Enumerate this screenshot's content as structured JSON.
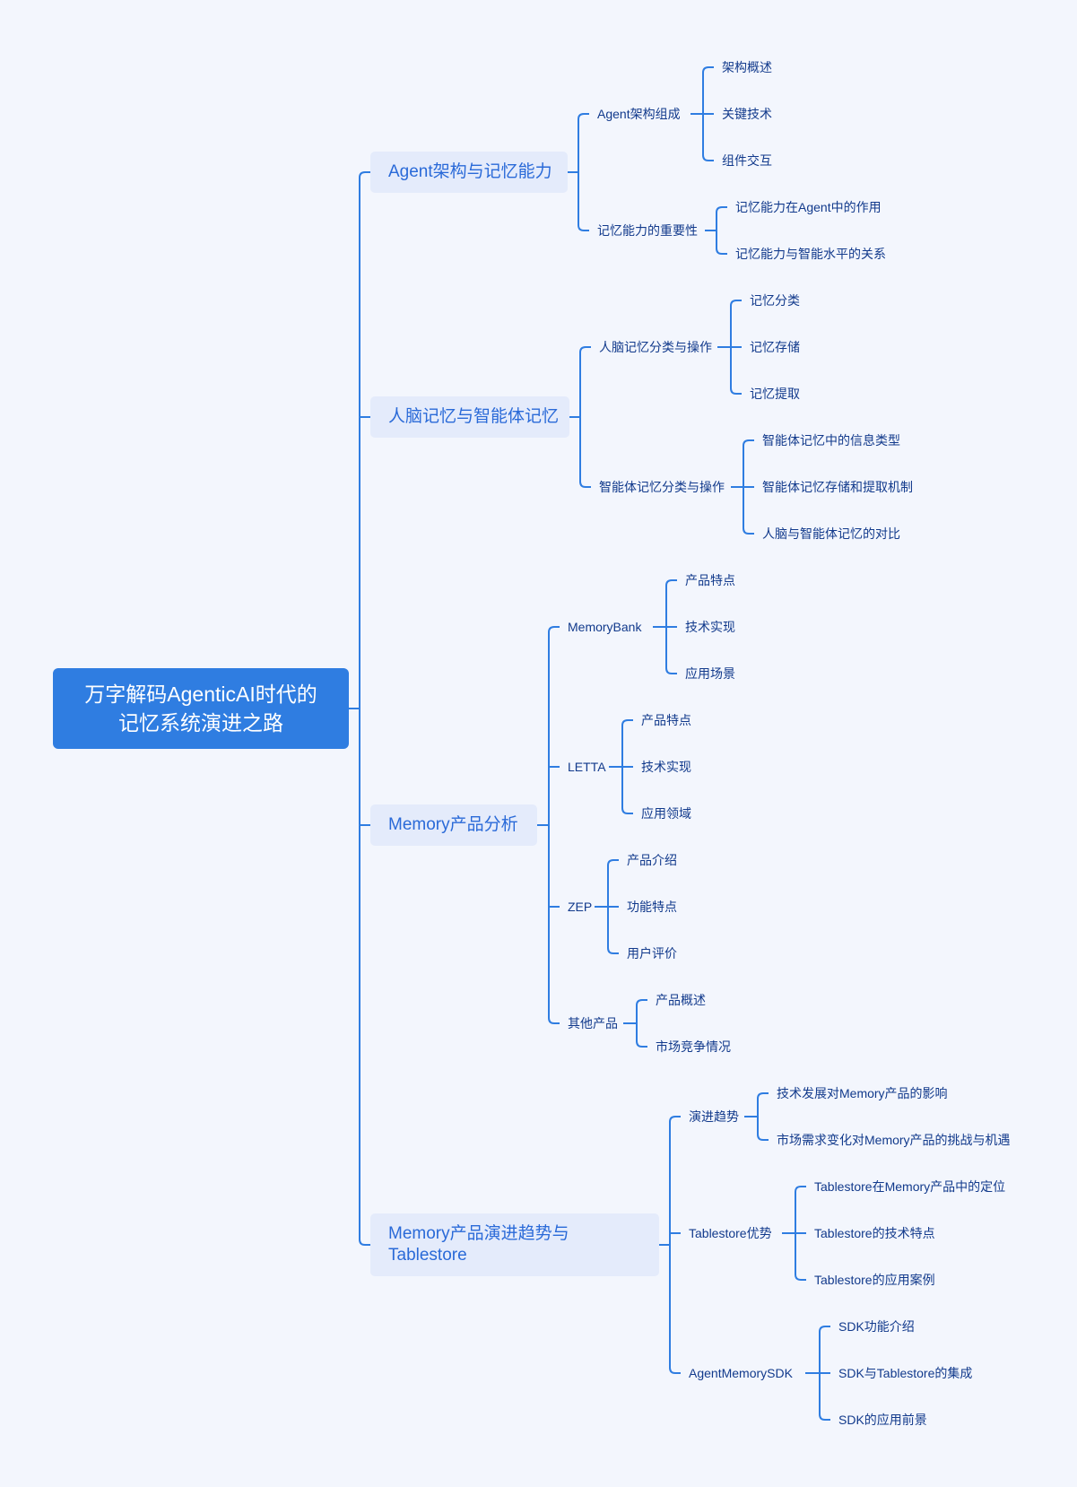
{
  "root": {
    "line1": "万字解码AgenticAI时代的",
    "line2": "记忆系统演进之路"
  },
  "branches": [
    {
      "label": "Agent架构与记忆能力",
      "children": [
        {
          "label": "Agent架构组成",
          "children": [
            "架构概述",
            "关键技术",
            "组件交互"
          ]
        },
        {
          "label": "记忆能力的重要性",
          "children": [
            "记忆能力在Agent中的作用",
            "记忆能力与智能水平的关系"
          ]
        }
      ]
    },
    {
      "label": "人脑记忆与智能体记忆",
      "children": [
        {
          "label": "人脑记忆分类与操作",
          "children": [
            "记忆分类",
            "记忆存储",
            "记忆提取"
          ]
        },
        {
          "label": "智能体记忆分类与操作",
          "children": [
            "智能体记忆中的信息类型",
            "智能体记忆存储和提取机制",
            "人脑与智能体记忆的对比"
          ]
        }
      ]
    },
    {
      "label": "Memory产品分析",
      "children": [
        {
          "label": "MemoryBank",
          "children": [
            "产品特点",
            "技术实现",
            "应用场景"
          ]
        },
        {
          "label": "LETTA",
          "children": [
            "产品特点",
            "技术实现",
            "应用领域"
          ]
        },
        {
          "label": "ZEP",
          "children": [
            "产品介绍",
            "功能特点",
            "用户评价"
          ]
        },
        {
          "label": "其他产品",
          "children": [
            "产品概述",
            "市场竞争情况"
          ]
        }
      ]
    },
    {
      "label": "Memory产品演进趋势与Tablestore",
      "label_line1": "Memory产品演进趋势与",
      "label_line2": "Tablestore",
      "children": [
        {
          "label": "演进趋势",
          "children": [
            "技术发展对Memory产品的影响",
            "市场需求变化对Memory产品的挑战与机遇"
          ]
        },
        {
          "label": "Tablestore优势",
          "children": [
            "Tablestore在Memory产品中的定位",
            "Tablestore的技术特点",
            "Tablestore的应用案例"
          ]
        },
        {
          "label": "AgentMemorySDK",
          "children": [
            "SDK功能介绍",
            "SDK与Tablestore的集成",
            "SDK的应用前景"
          ]
        }
      ]
    }
  ],
  "colors": {
    "line": "#2f7de1",
    "root_bg": "#2f7de1",
    "branch_bg": "#e4ebfb",
    "branch_text": "#2a6ad8",
    "leaf_text": "#123a8c",
    "background": "#f3f6fd"
  }
}
